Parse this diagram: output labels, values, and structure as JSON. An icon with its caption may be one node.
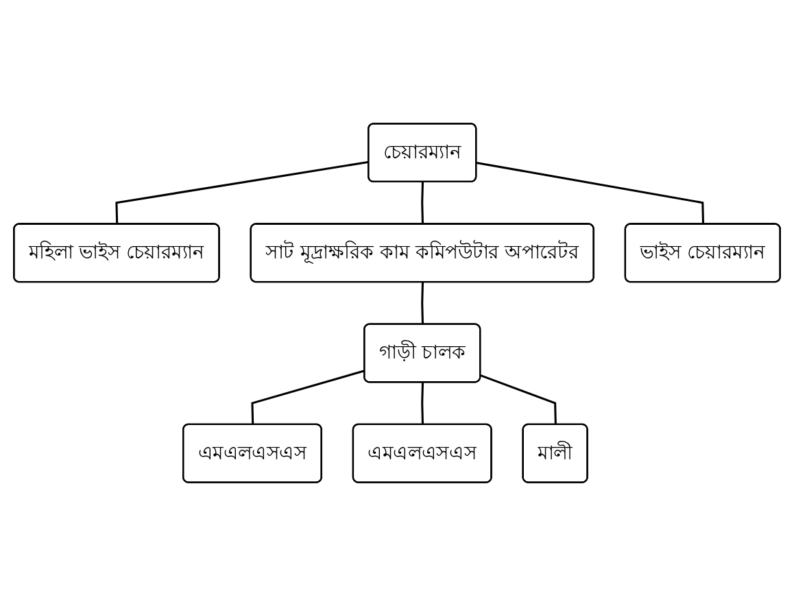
{
  "diagram": {
    "nodes": [
      {
        "text": [
          "চেয়ারম্যান"
        ]
      },
      {
        "text": [
          "মহিলা ভাইস চেয়ারম্যান"
        ]
      },
      {
        "text": [
          "ভাইস চেয়ারম্যান"
        ]
      },
      {
        "text": [
          "সাট মূদ্রাক্ষরিক কাম কমিপউটার অপারেটর"
        ]
      },
      {
        "text": [
          "গাড়ী চালক"
        ]
      },
      {
        "text": [
          "এমএলএসএস"
        ]
      },
      {
        "text": [
          "এমএলএসএস"
        ]
      },
      {
        "text": [
          "মালী"
        ]
      }
    ],
    "edges": [
      {
        "from": 0,
        "to": 1,
        "arrow": "none"
      },
      {
        "from": 0,
        "to": 2,
        "arrow": "none"
      },
      {
        "from": 0,
        "to": 3,
        "arrow": "none"
      },
      {
        "from": 3,
        "to": 4,
        "arrow": "none"
      },
      {
        "from": 4,
        "to": 5,
        "arrow": "none"
      },
      {
        "from": 4,
        "to": 6,
        "arrow": "none"
      },
      {
        "from": 4,
        "to": 7,
        "arrow": "none"
      }
    ]
  }
}
